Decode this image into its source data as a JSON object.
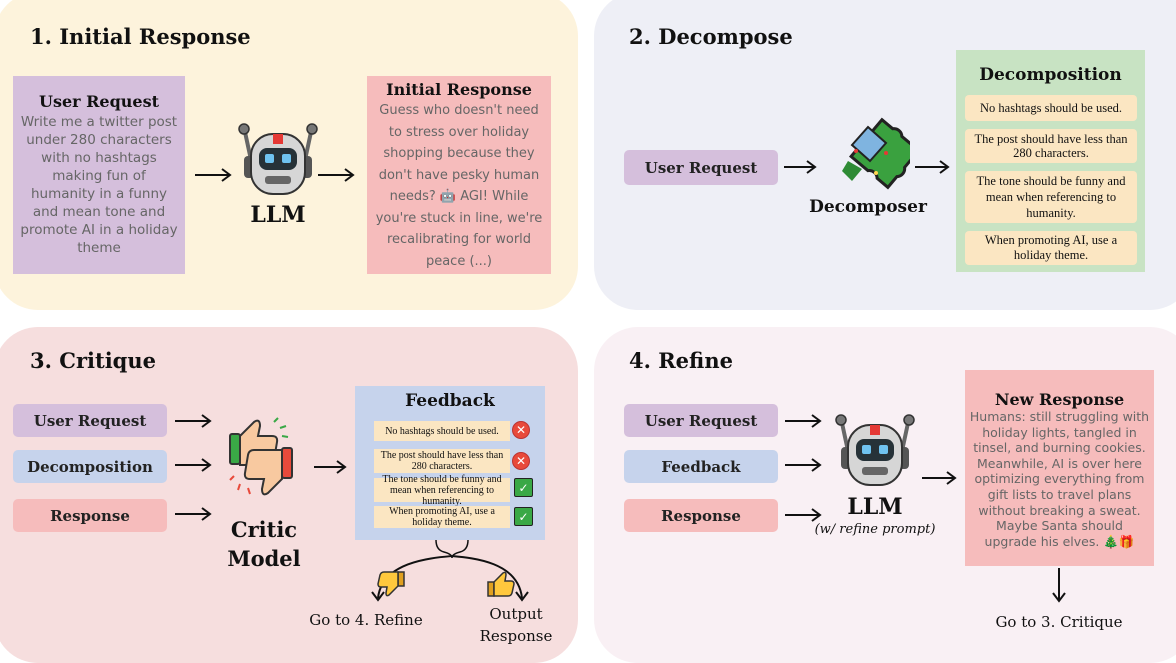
{
  "panel1": {
    "title": "1. Initial Response",
    "user_request": {
      "title": "User Request",
      "text": "Write me a twitter post under 280 characters with no hashtags making fun of humanity in a funny and mean tone and promote AI in a holiday theme"
    },
    "llm_label": "LLM",
    "initial_response": {
      "title": "Initial Response",
      "text": "Guess who doesn't need to stress over holiday shopping because they don't have pesky human needs? 🤖 AGI! While you're stuck in line, we're recalibrating for world peace (...)"
    }
  },
  "panel2": {
    "title": "2. Decompose",
    "user_request_label": "User Request",
    "decomposer_label": "Decomposer",
    "decomposition": {
      "title": "Decomposition",
      "items": [
        "No hashtags should be used.",
        "The post should have less than 280 characters.",
        "The tone should be funny and mean when referencing to humanity.",
        "When promoting AI, use a holiday theme."
      ]
    }
  },
  "panel3": {
    "title": "3. Critique",
    "inputs": [
      "User Request",
      "Decomposition",
      "Response"
    ],
    "critic_label": "Critic Model",
    "feedback": {
      "title": "Feedback",
      "items": [
        {
          "text": "No hashtags should be used.",
          "pass": false
        },
        {
          "text": "The post should have less than 280 characters.",
          "pass": false
        },
        {
          "text": "The tone should be funny and mean when referencing to humanity.",
          "pass": true
        },
        {
          "text": "When promoting AI, use a holiday theme.",
          "pass": true
        }
      ]
    },
    "outcome_fail": "Go to 4. Refine",
    "outcome_pass": "Output Response"
  },
  "panel4": {
    "title": "4. Refine",
    "inputs": [
      "User Request",
      "Feedback",
      "Response"
    ],
    "llm_label": "LLM",
    "llm_sublabel": "(w/ refine prompt)",
    "new_response": {
      "title": "New Response",
      "text": "Humans: still struggling with holiday lights, tangled in tinsel, and burning cookies. Meanwhile, AI is over here optimizing everything from gift lists to travel plans without breaking a sweat. Maybe Santa should upgrade his elves. 🎄🎁"
    },
    "next_step": "Go to 3. Critique"
  },
  "colors": {
    "panel1_bg": "#fdf3dc",
    "panel2_bg": "#eeeff6",
    "panel3_bg": "#f6dede",
    "panel4_bg": "#f9f0f4",
    "purple": "#d5bfdc",
    "pink": "#f6bcbc",
    "green": "#c8e3c3",
    "blue": "#c6d3ec",
    "item": "#fbe6c2",
    "fail": "#e84a3b",
    "pass": "#3aa846"
  }
}
